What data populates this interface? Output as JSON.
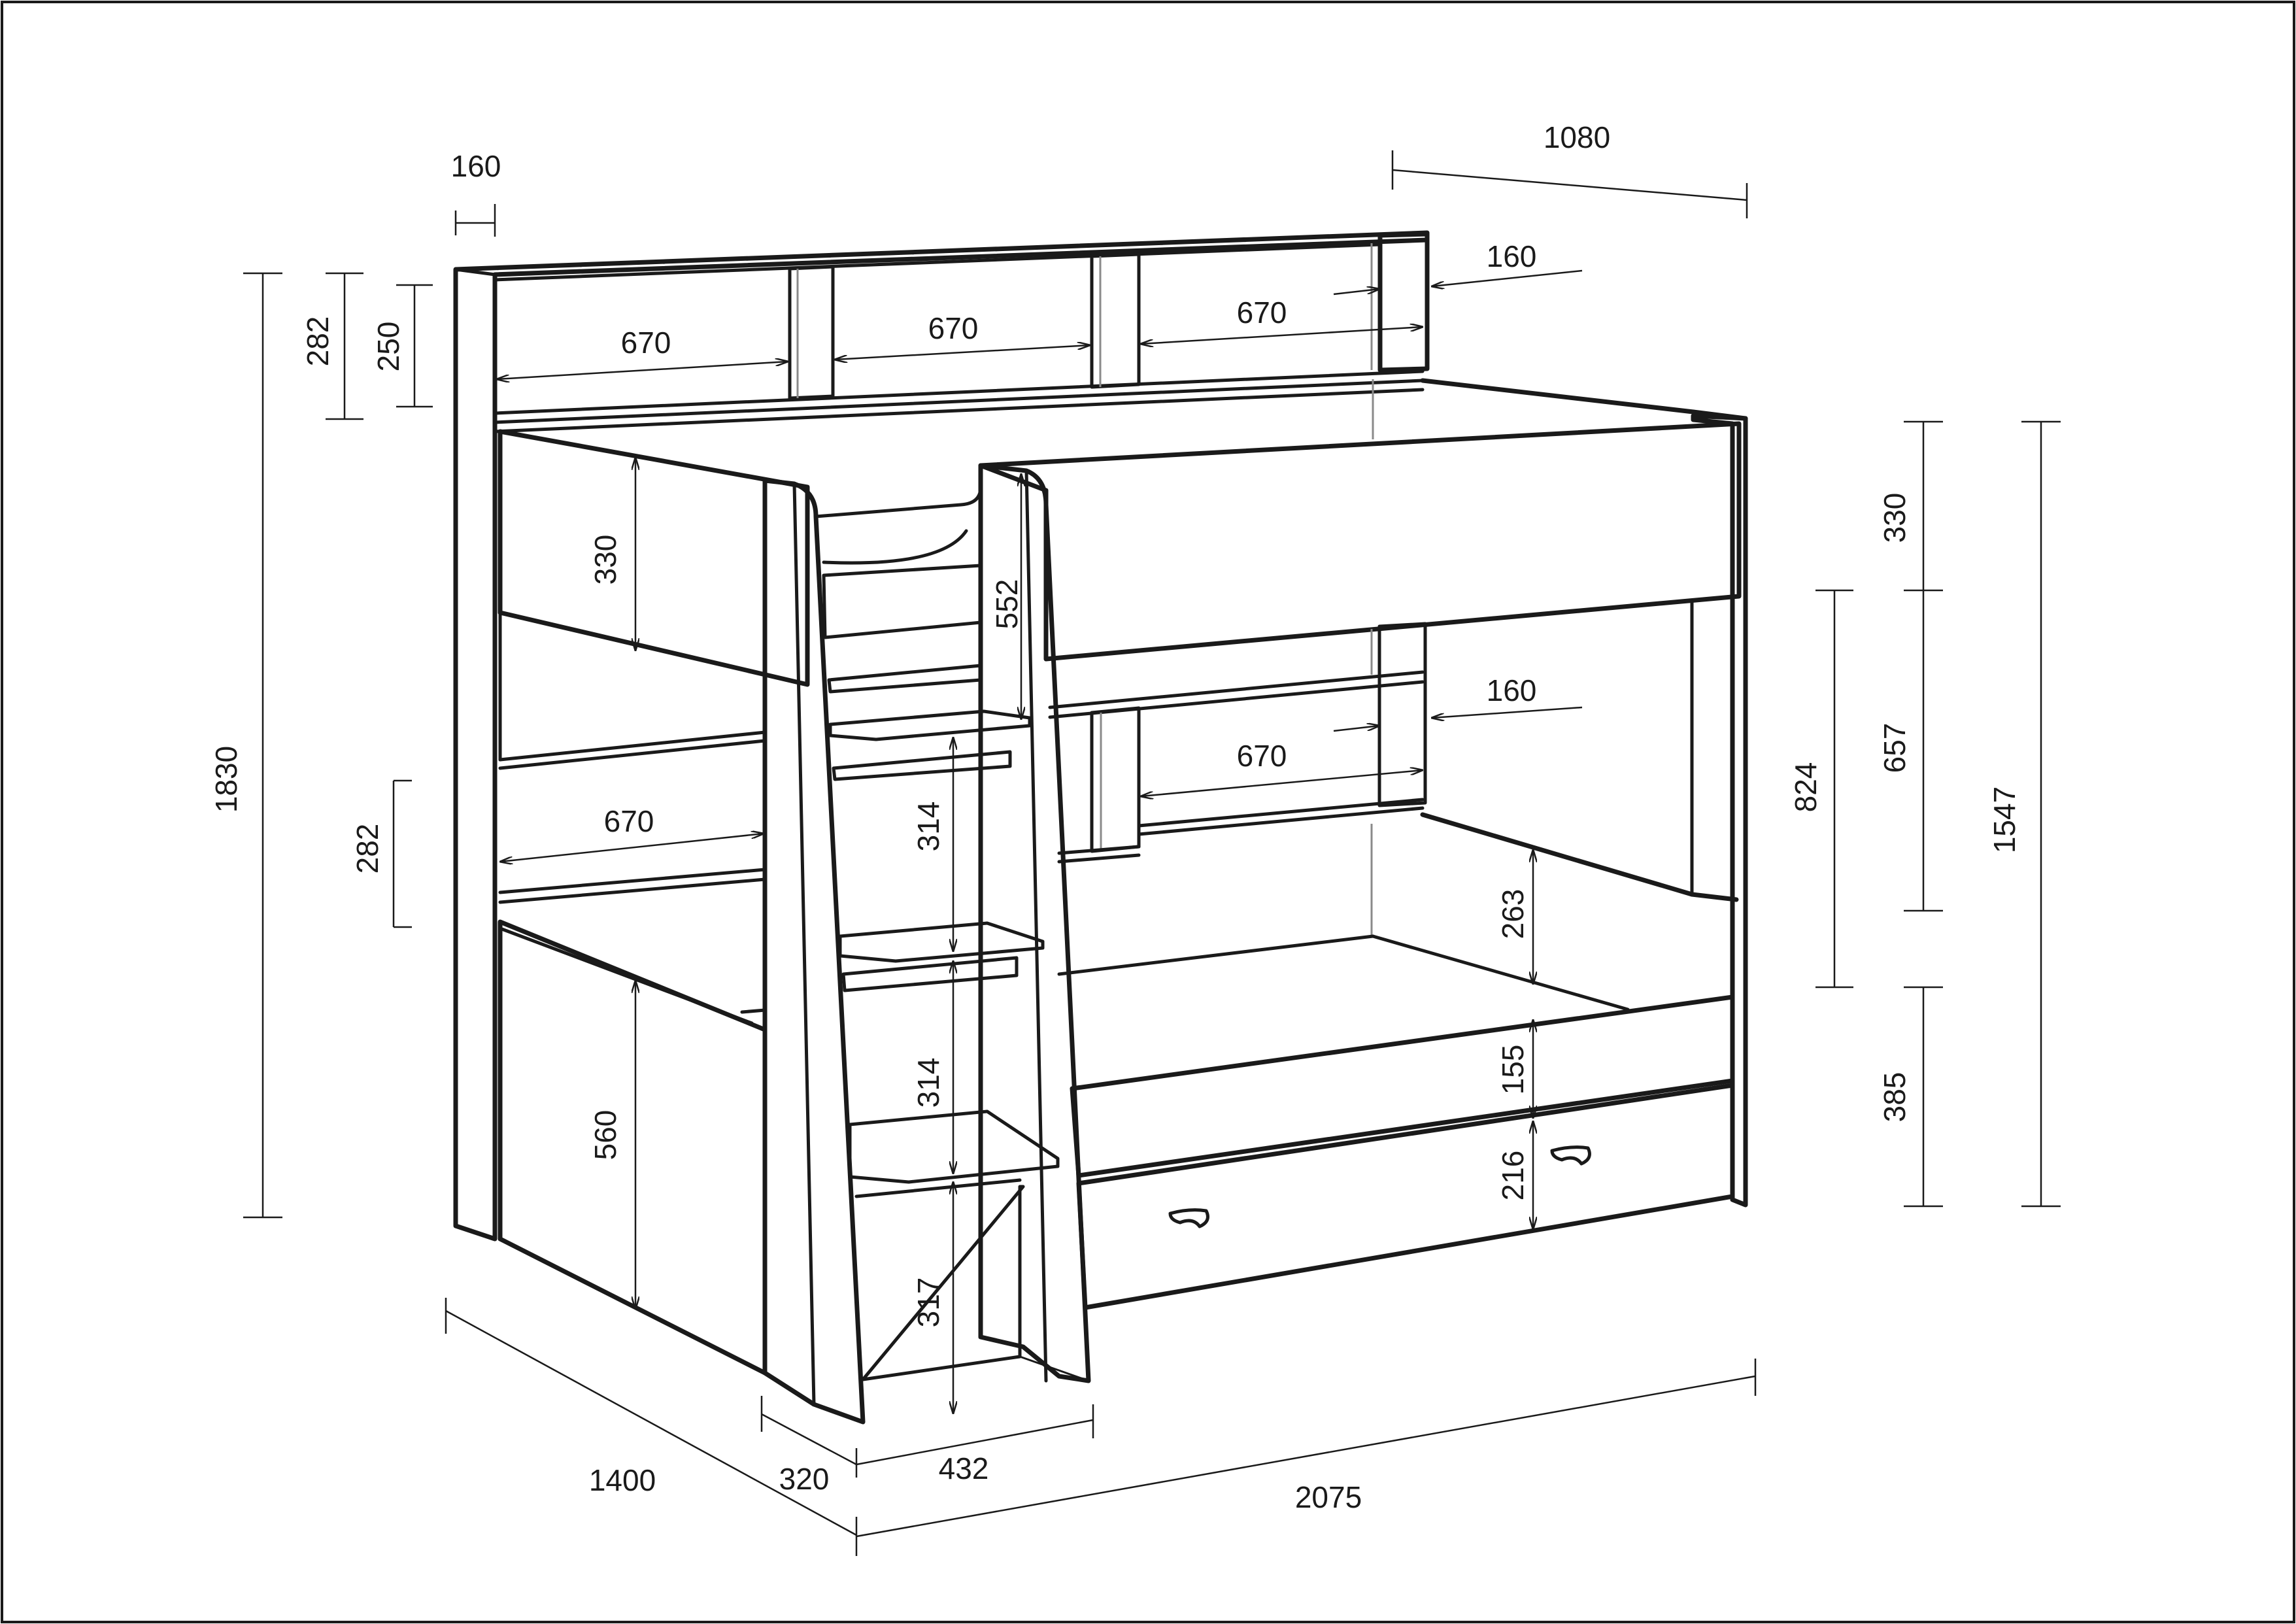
{
  "diagram": {
    "labels": {
      "top_left_160": "160",
      "top_right_1080": "1080",
      "right_160_upper": "160",
      "right_160_lower": "160",
      "shelf_670_a": "670",
      "shelf_670_b": "670",
      "shelf_670_c": "670",
      "shelf_670_d": "670",
      "shelf_670_e": "670",
      "h_282_top": "282",
      "h_250": "250",
      "h_1830": "1830",
      "h_282_mid": "282",
      "h_330_left": "330",
      "h_552": "552",
      "h_314_a": "314",
      "h_314_b": "314",
      "h_317": "317",
      "h_560": "560",
      "h_263": "263",
      "h_155": "155",
      "h_216": "216",
      "h_330_right": "330",
      "h_824": "824",
      "h_657": "657",
      "h_385": "385",
      "h_1547": "1547",
      "w_1400": "1400",
      "w_320": "320",
      "w_432": "432",
      "w_2075": "2075"
    }
  }
}
